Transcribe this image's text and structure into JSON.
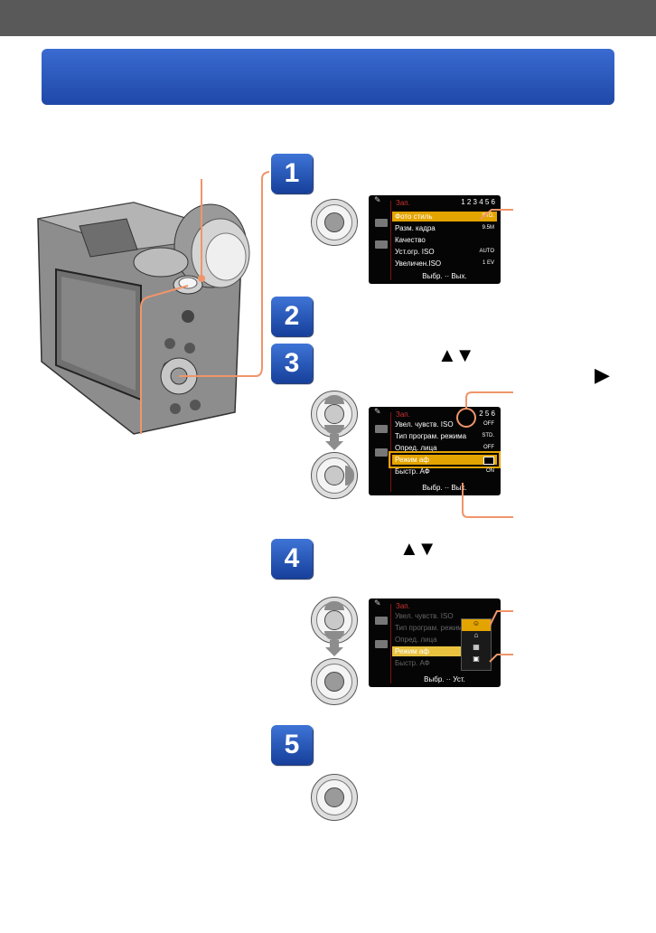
{
  "steps": [
    "1",
    "2",
    "3",
    "4",
    "5"
  ],
  "arrows": {
    "updown": "▲▼",
    "right": "▶"
  },
  "screen1": {
    "header": "Зап.",
    "pages": "1 2 3 4 5 6",
    "rows": [
      {
        "label": "Фото стиль",
        "value": "STD."
      },
      {
        "label": "Разм. кадра",
        "value": "9.5M"
      },
      {
        "label": "Качество",
        "value": ""
      },
      {
        "label": "Уст.огр. ISO",
        "value": "AUTO"
      },
      {
        "label": "Увеличен.ISO",
        "value": "1 EV"
      }
    ],
    "footer": "Выбр. ·· Вых."
  },
  "screen2": {
    "header": "Зап.",
    "pages": "2  5 6",
    "rows": [
      {
        "label": "Увел. чувств. ISO",
        "value": "OFF"
      },
      {
        "label": "Тип програм. режима",
        "value": "STD."
      },
      {
        "label": "Опред. лица",
        "value": "OFF"
      },
      {
        "label": "Режим аф",
        "value": ""
      },
      {
        "label": "Быстр. АФ",
        "value": "ON"
      }
    ],
    "footer": "Выбр. ·· Вых."
  },
  "screen3": {
    "header": "Зап.",
    "rows": [
      {
        "label": "Увел. чувств. ISO"
      },
      {
        "label": "Тип програм. режима"
      },
      {
        "label": "Опред. лица"
      },
      {
        "label": "Режим аф"
      },
      {
        "label": "Быстр. АФ"
      }
    ],
    "footer": "Выбр. ·· Уст."
  },
  "colors": {
    "callout": "#f0956a",
    "banner": "#2856b8",
    "highlight": "#e4a400"
  }
}
